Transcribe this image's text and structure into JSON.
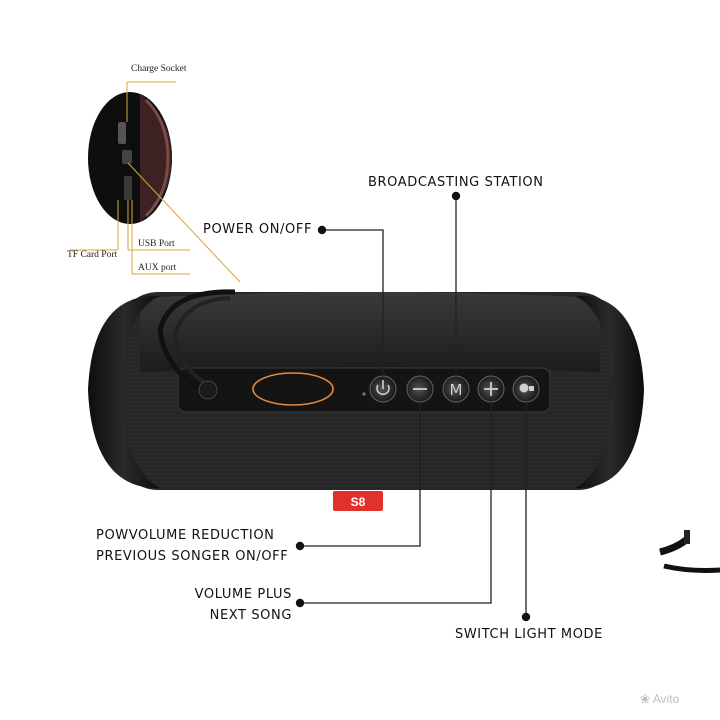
{
  "labels": {
    "power": "POWER ON/OFF",
    "broadcasting": "BROADCASTING STATION",
    "volume_down_line1": "POWVOLUME REDUCTION",
    "volume_down_line2": "PREVIOUS SONGER ON/OFF",
    "volume_up_line1": "VOLUME PLUS",
    "volume_up_line2": "NEXT SONG",
    "light_mode": "SWITCH LIGHT MODE"
  },
  "ports": {
    "charge": "Charge Socket",
    "tf_card": "TF Card Port",
    "usb": "USB Port",
    "aux": "AUX port"
  },
  "buttons": {
    "mode": "M"
  },
  "badge": "S8",
  "watermark": "Avito",
  "colors": {
    "body": "#1b1b1b",
    "accent_badge": "#e0312b",
    "highlight_ring": "#e08a3c",
    "leader_gold": "#d9a53c"
  }
}
